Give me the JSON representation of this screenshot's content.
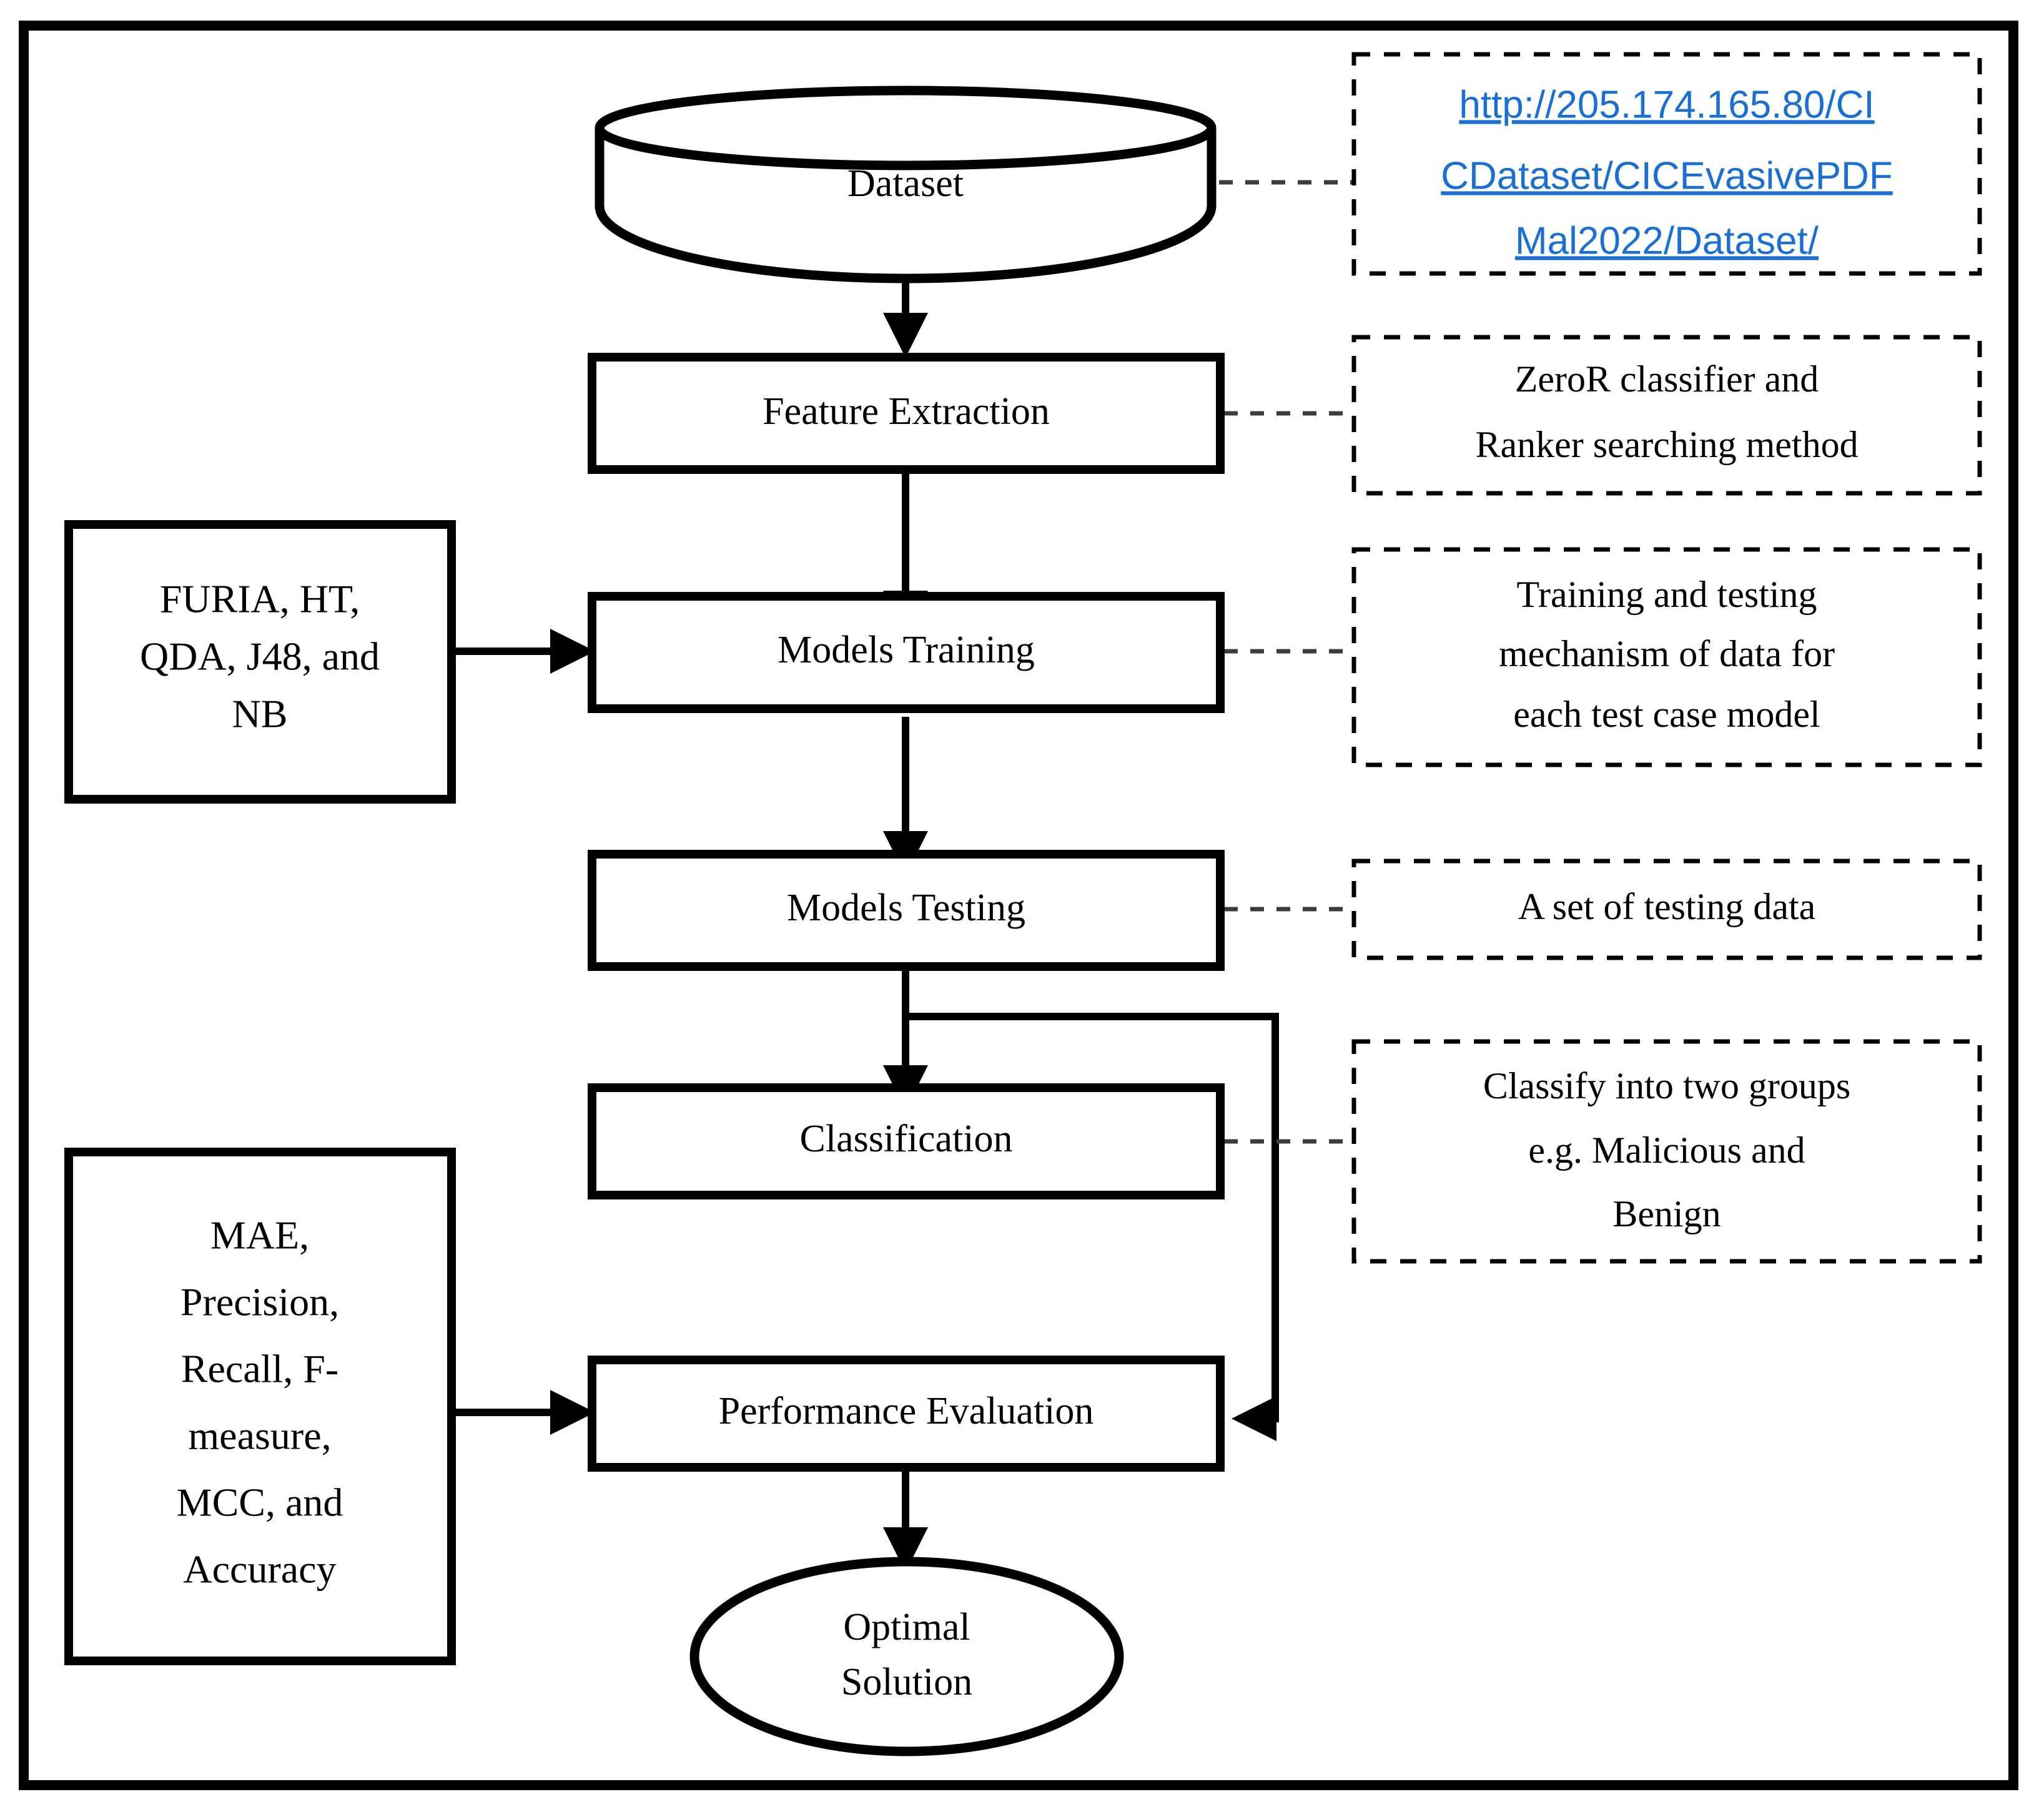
{
  "diagram": {
    "title": "Methodology flowchart for evasive PDF malware detection",
    "accent_link_color": "#1a6fd4",
    "stroke_color": "#000000",
    "background_color": "#ffffff"
  },
  "nodes": {
    "dataset": {
      "label": "Dataset",
      "shape": "cylinder"
    },
    "feature_extraction": {
      "label": "Feature Extraction",
      "shape": "process"
    },
    "models_training": {
      "label": "Models Training",
      "shape": "process"
    },
    "models_testing": {
      "label": "Models Testing",
      "shape": "process"
    },
    "classification": {
      "label": "Classification",
      "shape": "process"
    },
    "performance_evaluation": {
      "label": "Performance Evaluation",
      "shape": "process"
    },
    "optimal_solution": {
      "label_line1": "Optimal",
      "label_line2": "Solution",
      "shape": "ellipse"
    }
  },
  "side_inputs": {
    "algorithms": {
      "line1": "FURIA, HT,",
      "line2": "QDA, J48, and",
      "line3": "NB"
    },
    "metrics": {
      "line1": "MAE,",
      "line2": "Precision,",
      "line3": "Recall, F-",
      "line4": "measure,",
      "line5": "MCC, and",
      "line6": "Accuracy"
    }
  },
  "annotations": {
    "dataset_url": {
      "line1": "http://205.174.165.80/CI",
      "line2": "CDataset/CICEvasivePDF",
      "line3": "Mal2022/Dataset/",
      "full": "http://205.174.165.80/CICDataset/CICEvasivePDFMal2022/Dataset/"
    },
    "feature_extraction_note": {
      "line1": "ZeroR classifier and",
      "line2": "Ranker searching method"
    },
    "models_training_note": {
      "line1": "Training  and  testing",
      "line2": "mechanism  of data for",
      "line3": "each test case model"
    },
    "models_testing_note": {
      "line1": "A set of testing data"
    },
    "classification_note": {
      "line1": "Classify into two groups",
      "line2": "e.g. Malicious  and",
      "line3": "Benign"
    }
  }
}
